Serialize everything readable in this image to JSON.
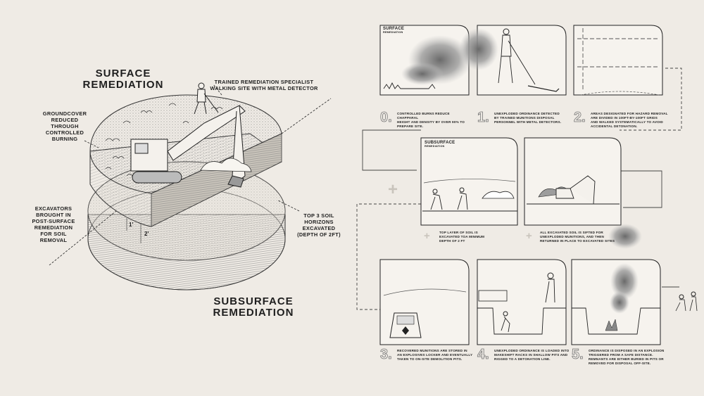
{
  "left": {
    "surface_title": [
      "SURFACE",
      "REMEDIATION"
    ],
    "subsurface_title": [
      "SUBSURFACE",
      "REMEDIATION"
    ],
    "label_specialist": [
      "TRAINED REMEDIATION SPECIALIST",
      "WALKING SITE WITH METAL DETECTOR"
    ],
    "label_groundcover": [
      "GROUNDCOVER",
      "REDUCED",
      "THROUGH",
      "CONTROLLED",
      "BURNING"
    ],
    "label_excavators": [
      "EXCAVATORS",
      "BROUGHT IN",
      "POST-SURFACE",
      "REMEDIATION",
      "FOR SOIL",
      "REMOVAL"
    ],
    "label_top3": [
      "TOP 3 SOIL",
      "HORIZONS",
      "EXCAVATED",
      "(DEPTH OF 2FT)"
    ],
    "dim_1": "1'",
    "dim_2": "2'"
  },
  "panels": {
    "surface_group_title": "SURFACE",
    "surface_group_sub": "REMEDIATION",
    "subsurface_group_title": "SUBSURFACE",
    "subsurface_group_sub": "REMEDIATION",
    "plus_symbol": "+",
    "steps": [
      {
        "num": "0.",
        "caption": [
          "CONTROLLED BURNS REDUCE CHAPPARAL",
          "HEIGHT AND DENSITY BY OVER 90% TO",
          "PREPARE SITE."
        ]
      },
      {
        "num": "1.",
        "caption": [
          "UNEXPLODED ORDINANCE DETECTED",
          "BY TRAINED MUNITIONS DISPOSAL",
          "PERSONNEL WITH METAL DETECTORS."
        ]
      },
      {
        "num": "2.",
        "caption": [
          "AREAS DESIGNATED FOR HAZARD REMOVAL",
          "ARE DIVIDED IN 100FT-BY-100FT GRIDS",
          "AND WALKED SYSTEMATICALLY TO AVOID",
          "ACCIDENTAL DETONATION."
        ]
      },
      {
        "num": "+",
        "caption": [
          "TOP LAYER OF SOIL IS",
          "EXCAVATED TOA MINIMUM",
          "DEPTH OF 2 FT"
        ]
      },
      {
        "num": "+",
        "caption": [
          "ALL EXCAVATED SOIL IS SIFTED FOR",
          "UNEXPLODED MUNITIONS, AND THEN",
          "RETURNED IN PLACE TO EXCAVATED SITES"
        ]
      },
      {
        "num": "3.",
        "caption": [
          "RECOVERED MUNITIONS ARE STORED IN",
          "AN EXPLOSIVES LOCKER AND EVENTUALLY",
          "TAKEN TO ON-SITE DEMOLITION PITS."
        ]
      },
      {
        "num": "4.",
        "caption": [
          "UNEXPLODED ORDINANCE IS LOADED INTO",
          "MAKESHIFT RACKS IN SHALLOW PITS AND",
          "RIGGED TO A DETONATION LINE."
        ]
      },
      {
        "num": "5.",
        "caption": [
          "ORDINANCE IS DISPOSED IN AN EXPLOSION",
          "TRIGGERED FROM A SAFE DISTANCE.",
          "REMNANTS ARE EITHER BURIED IN PITS OR",
          "REMOVED FOR DISPOSAL OFF-SITE."
        ]
      }
    ]
  }
}
